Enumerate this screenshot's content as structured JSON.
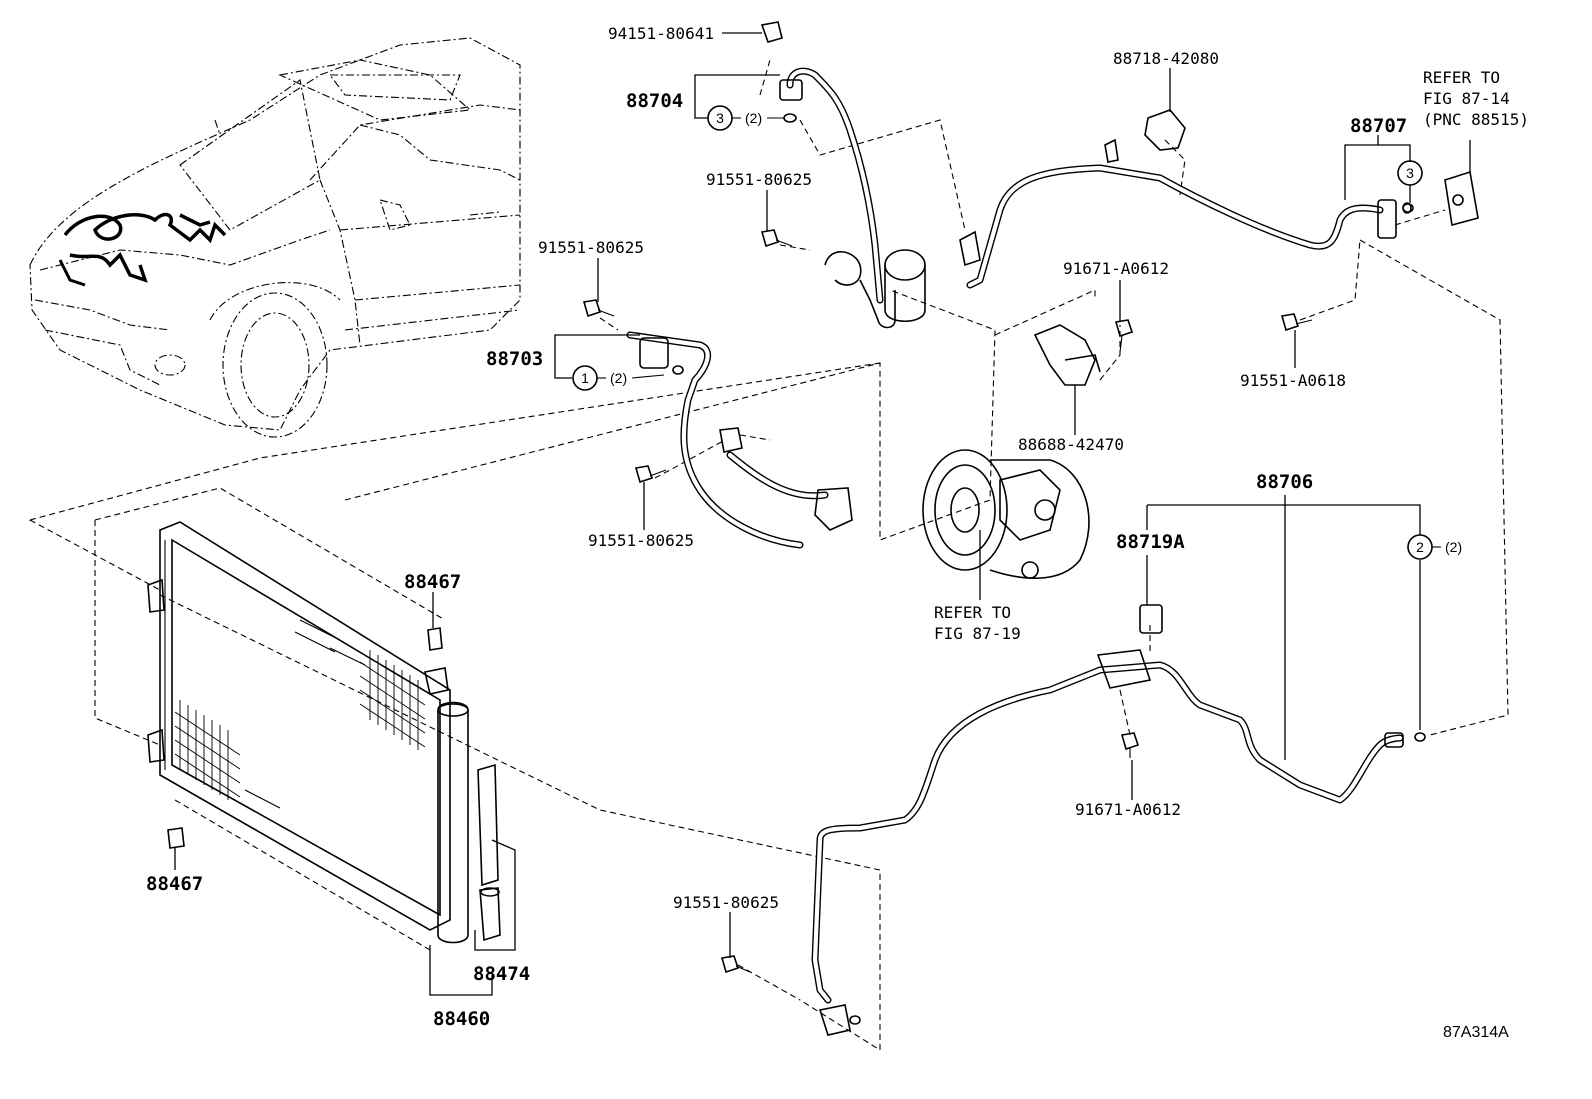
{
  "labels": {
    "p94151_80641": "94151-80641",
    "p88704": "88704",
    "p91551_80625_a": "91551-80625",
    "p91551_80625_b": "91551-80625",
    "p88703": "88703",
    "p91551_80625_c": "91551-80625",
    "p88718_42080": "88718-42080",
    "p88707": "88707",
    "p91671_A0612_a": "91671-A0612",
    "p91551_A0618": "91551-A0618",
    "p88688_42470": "88688-42470",
    "p88706": "88706",
    "p88719A": "88719A",
    "p91671_A0612_b": "91671-A0612",
    "p91551_80625_d": "91551-80625",
    "p88467_a": "88467",
    "p88467_b": "88467",
    "p88474": "88474",
    "p88460": "88460"
  },
  "references": {
    "ref_top_right": [
      "REFER TO",
      "FIG 87-14",
      "(PNC 88515)"
    ],
    "ref_compressor": [
      "REFER TO",
      "FIG 87-19"
    ]
  },
  "callouts": {
    "c1_num": "1",
    "c1_qty": "(2)",
    "c2_num": "2",
    "c2_qty": "(2)",
    "c3a_num": "3",
    "c3a_qty": "(2)",
    "c3b_num": "3"
  },
  "diagram_id": "87A314A"
}
